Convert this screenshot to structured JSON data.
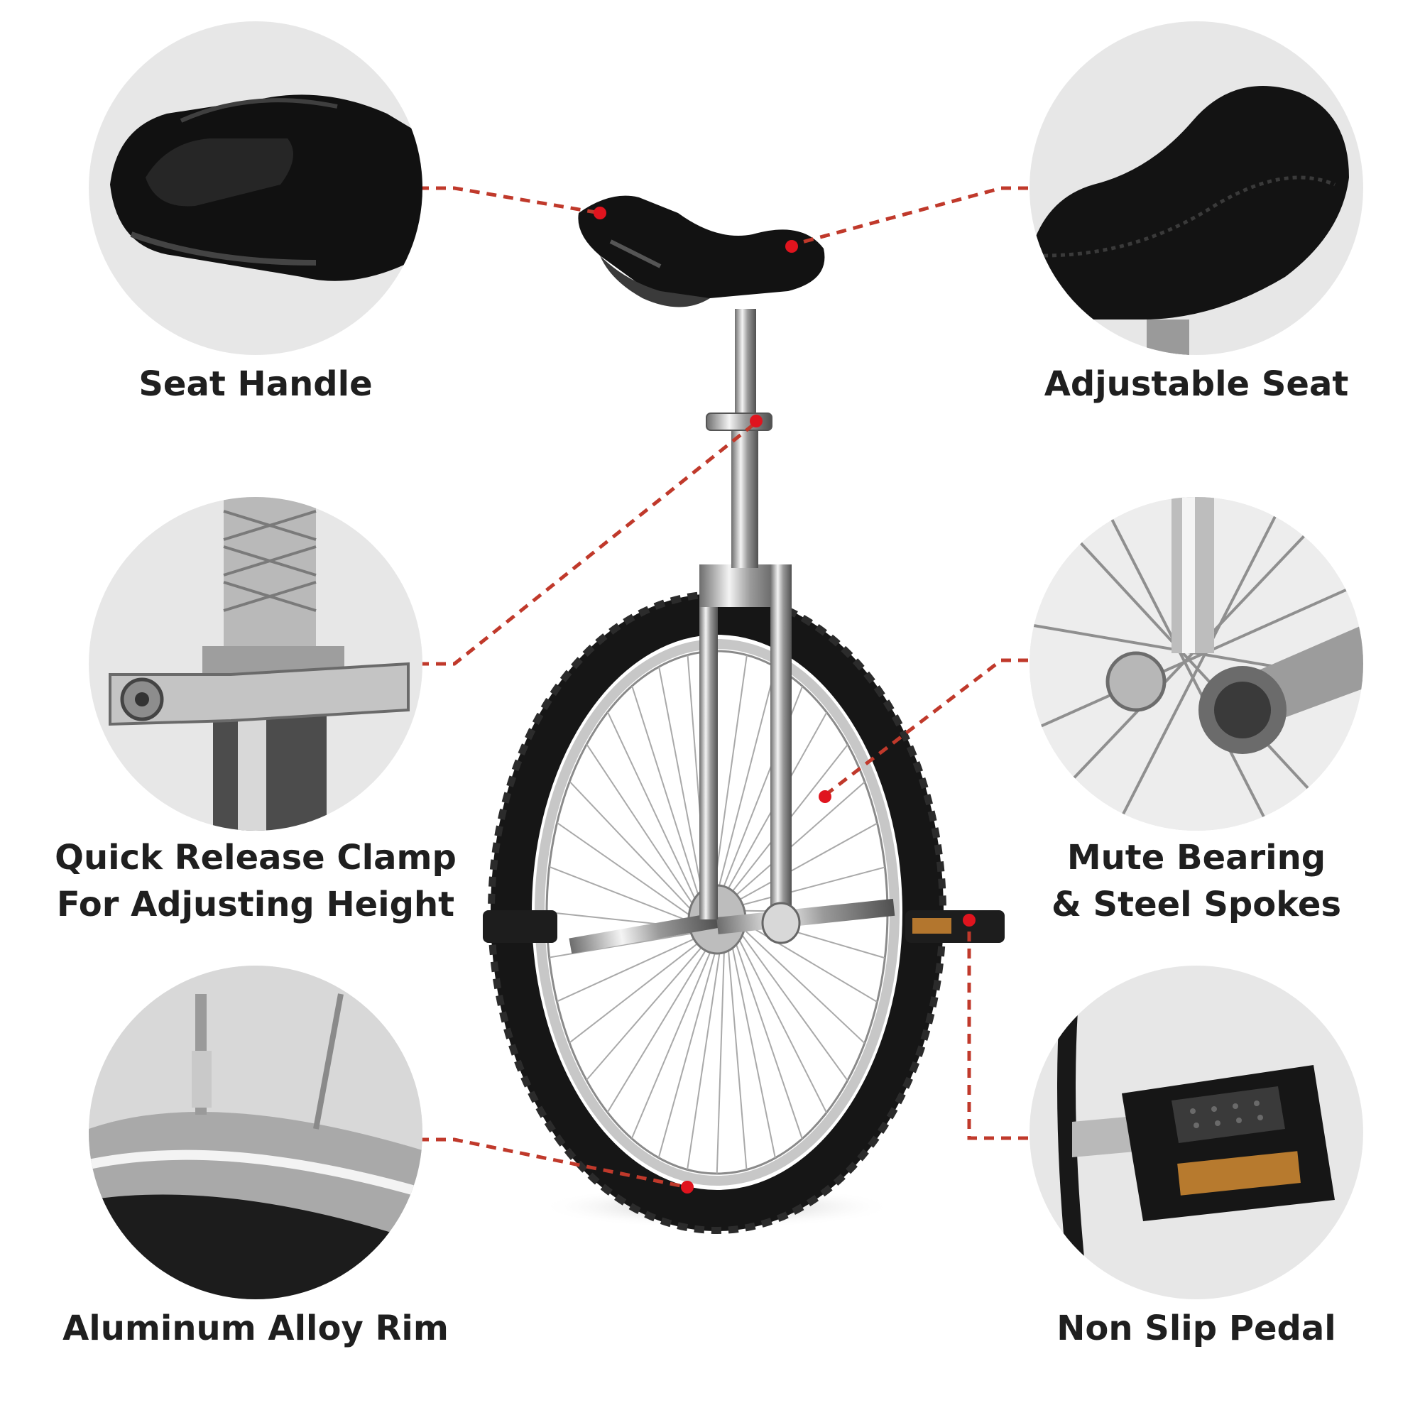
{
  "features": [
    {
      "id": "seat-handle",
      "label_lines": [
        "Seat Handle"
      ]
    },
    {
      "id": "adjustable-seat",
      "label_lines": [
        "Adjustable Seat"
      ]
    },
    {
      "id": "quick-release-clamp",
      "label_lines": [
        "Quick Release Clamp",
        "For Adjusting Height"
      ]
    },
    {
      "id": "mute-bearing",
      "label_lines": [
        "Mute Bearing",
        "& Steel Spokes"
      ]
    },
    {
      "id": "aluminum-rim",
      "label_lines": [
        "Aluminum Alloy Rim"
      ]
    },
    {
      "id": "non-slip-pedal",
      "label_lines": [
        "Non Slip Pedal"
      ]
    }
  ],
  "colors": {
    "leader_line": "#c0392b",
    "marker_dot": "#e0141e",
    "circle_bg": "#e7e7e7",
    "caption_text": "#1f1f1f"
  }
}
